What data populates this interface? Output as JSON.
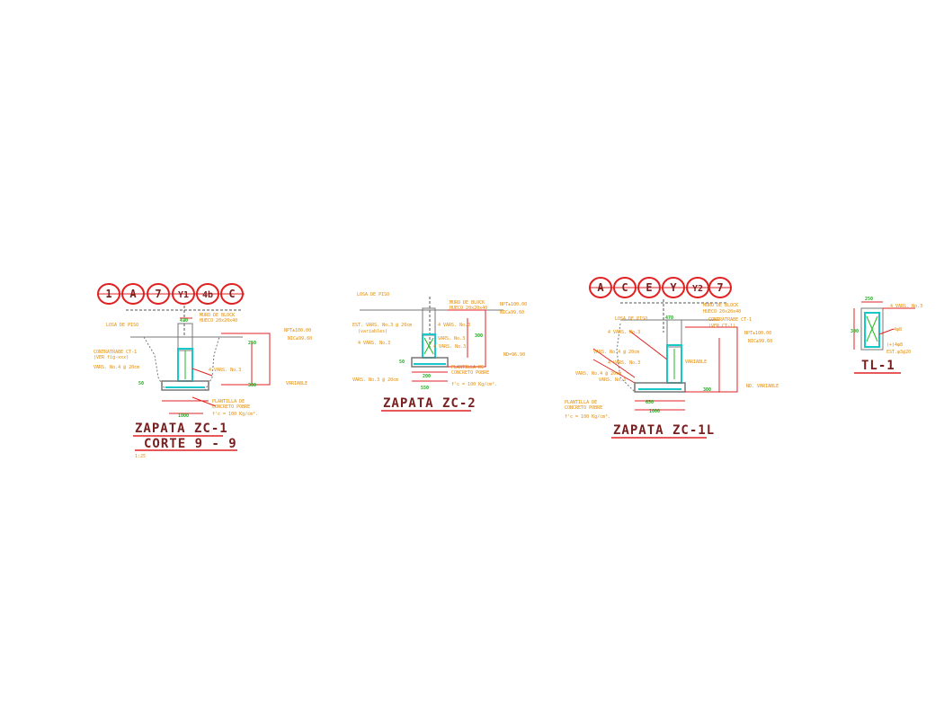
{
  "drawings": {
    "zc1": {
      "axes": [
        "1",
        "A",
        "7",
        "Y1",
        "4b",
        "C"
      ],
      "title": "ZAPATA ZC-1",
      "subtitle": "CORTE 9 - 9",
      "scale": "1:25",
      "notes": {
        "losa": "LOSA DE PISO",
        "muro1": "MURO DE BLOCK",
        "muro2": "HUECO 20x20x40",
        "npt": "NPT±100.00",
        "nic": "NIC±99.60",
        "contratrabe1": "CONTRATRABE CT-1",
        "contratrabe2": "(VER fig-xxx)",
        "varil": "VARS. No.4 @ 20cm",
        "varsno": "4 VARS. No.3",
        "variable": "VARIABLE",
        "plantilla1": "PLANTILLA DE",
        "plantilla2": "CONCRETO POBRE",
        "plantilla3": "f'c = 100 Kg/cm²."
      },
      "dims": {
        "d470": "470",
        "d1000": "1000",
        "d300": "300",
        "d250": "250",
        "d50": "50"
      }
    },
    "zc2": {
      "title": "ZAPATA ZC-2",
      "notes": {
        "losa": "LOSA DE PISO",
        "muro1": "MURO DE BLOCK",
        "muro2": "HUECO 20x20x40",
        "npt": "NPT±100.00",
        "nic": "NIC±99.60",
        "est1": "EST. VARS. No.3 @ 20cm",
        "est2": "(variables)",
        "vars1": "4 VARS. No.3",
        "vars2": "VARS. No.3",
        "vars3": "4 VARS. No.3",
        "vars4": "4 VARS. No.3",
        "varsb": "VARS. No.3 @ 20cm",
        "nd": "ND=96.90",
        "plantilla1": "PLANTILLA DE",
        "plantilla2": "CONCRETO POBRE",
        "plantilla3": "f'c = 100 Kg/cm²."
      },
      "dims": {
        "d300": "300",
        "d200": "200",
        "d550": "550",
        "d50": "50"
      }
    },
    "zc1l": {
      "axes": [
        "A",
        "C",
        "E",
        "Y",
        "Y2",
        "7"
      ],
      "title": "ZAPATA ZC-1L",
      "notes": {
        "losa": "LOSA DE PISO",
        "muro1": "MURO DE BLOCK",
        "muro2": "HUECO 20x20x40",
        "ct1": "CONTRATRABE CT-1",
        "ct2": "(VER CT-1)",
        "npt": "NPT±100.00",
        "nic": "NIC±99.60",
        "vars1": "4 VARS. No.3",
        "vars2": "VARS. No.4 @ 20cm",
        "vars3": "VARS. No.4 @ 20cm",
        "vars4": "4 VARS. No.3",
        "vars5": "VARS. No.3",
        "variable": "VARIABLE",
        "ndv": "ND. VARIABLE",
        "plantilla1": "PLANTILLA DE",
        "plantilla2": "CONCRETO POBRE",
        "plantilla3": "f'c = 100 Kg/cm²."
      },
      "dims": {
        "d470": "470",
        "d1000": "1000",
        "d650": "650",
        "d300": "300"
      }
    },
    "tl1": {
      "title": "TL-1",
      "notes": {
        "n1": "4 VARS. No.3",
        "n2": "(+)4φ8",
        "n3": "EST.φ3@20",
        "n4": "4φ8"
      },
      "dims": {
        "d250": "250",
        "d300": "300"
      }
    }
  }
}
